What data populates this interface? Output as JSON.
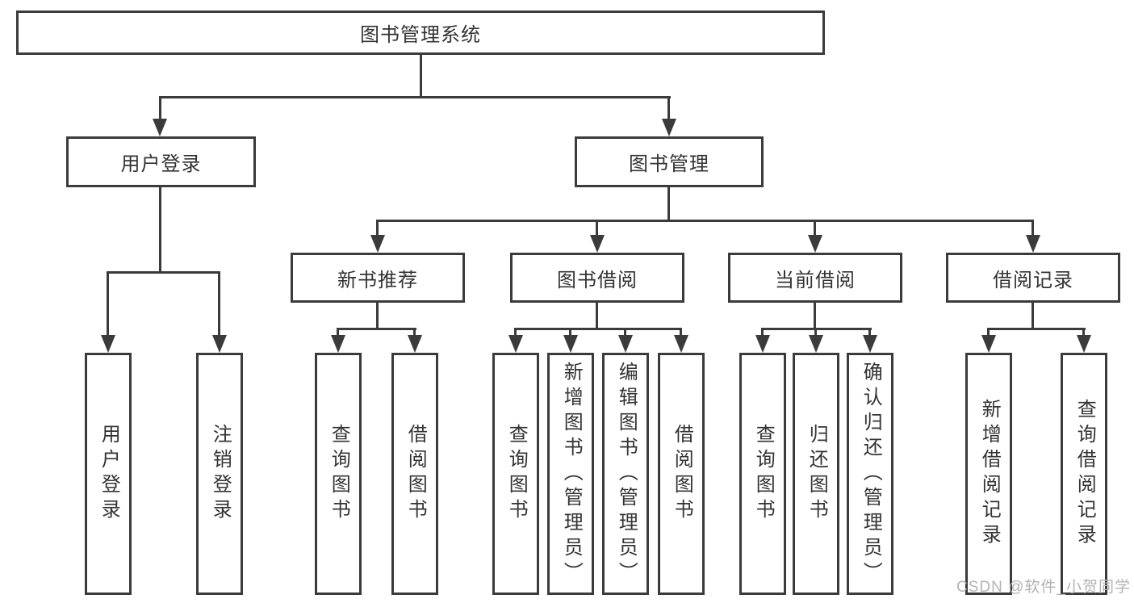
{
  "nodes": {
    "root": "图书管理系统",
    "user_login": "用户登录",
    "book_management": "图书管理",
    "new_book_recommend": "新书推荐",
    "book_borrowing": "图书借阅",
    "current_borrowing": "当前借阅",
    "borrowing_records": "借阅记录",
    "leaf_user_login": "用户登录",
    "leaf_logout": "注销登录",
    "leaf_nbr_query_books": "查询图书",
    "leaf_nbr_borrow_books": "借阅图书",
    "leaf_bb_query_books": "查询图书",
    "leaf_bb_add_books": "新增图书（管理员）",
    "leaf_bb_edit_books": "编辑图书（管理员）",
    "leaf_bb_borrow_books": "借阅图书",
    "leaf_cb_query_books": "查询图书",
    "leaf_cb_return_books": "归还图书",
    "leaf_cb_confirm_return": "确认归还（管理员）",
    "leaf_br_add_record": "新增借阅记录",
    "leaf_br_query_record": "查询借阅记录"
  },
  "watermark": "CSDN @软件_小贺同学",
  "colors": {
    "line": "#3b3b3b",
    "text": "#333333",
    "background": "#ffffff",
    "watermark": "#b3b3b3"
  }
}
